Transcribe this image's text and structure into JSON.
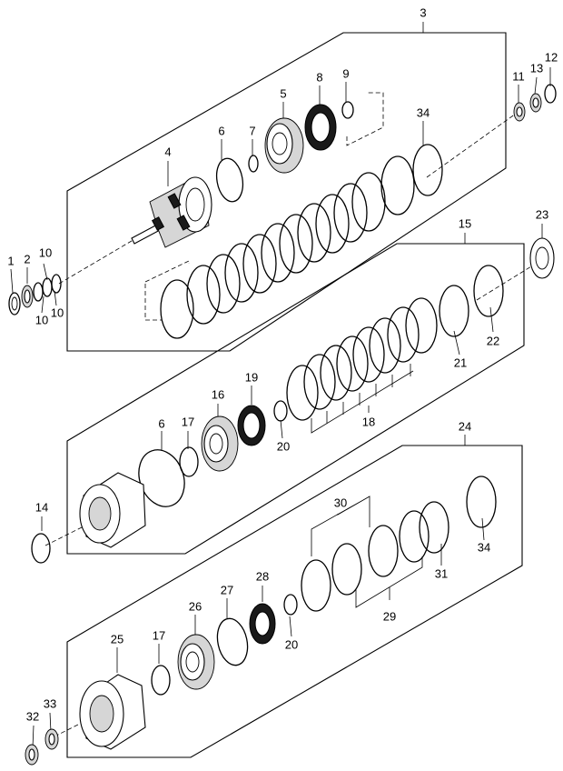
{
  "callouts": {
    "c1": "1",
    "c2": "2",
    "c3": "3",
    "c4": "4",
    "c5": "5",
    "c6a": "6",
    "c6b": "6",
    "c7": "7",
    "c8": "8",
    "c9": "9",
    "c10a": "10",
    "c10b": "10",
    "c10c": "10",
    "c11": "11",
    "c12": "12",
    "c13": "13",
    "c14": "14",
    "c15": "15",
    "c16": "16",
    "c17a": "17",
    "c17b": "17",
    "c18": "18",
    "c19": "19",
    "c20a": "20",
    "c20b": "20",
    "c21": "21",
    "c22": "22",
    "c23": "23",
    "c24": "24",
    "c25": "25",
    "c26": "26",
    "c27": "27",
    "c28": "28",
    "c29": "29",
    "c30": "30",
    "c31": "31",
    "c32": "32",
    "c33": "33",
    "c34a": "34",
    "c34b": "34"
  },
  "icons": {
    "snap_ring": "snap-ring-icon",
    "clutch_disc": "clutch-disc-icon",
    "clutch_plate": "clutch-plate-icon",
    "piston": "piston-icon",
    "seal": "seal-ring-icon",
    "bearing": "bearing-icon",
    "clutch_drum": "clutch-drum-icon",
    "shaft": "input-shaft-icon"
  }
}
